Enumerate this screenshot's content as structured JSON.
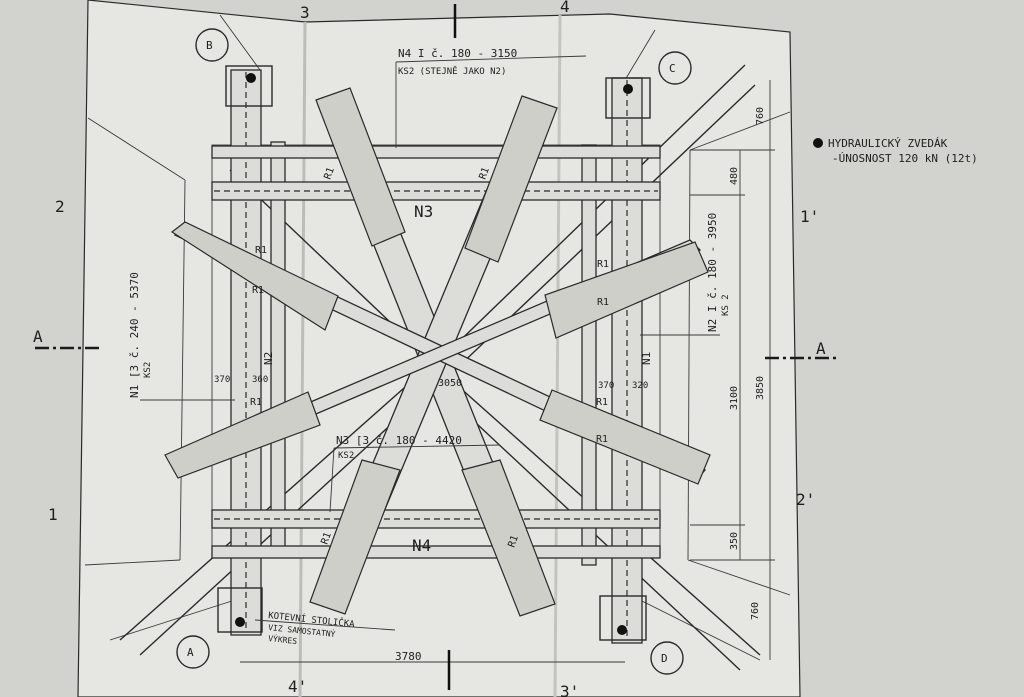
{
  "grid_labels": {
    "top_3": "3",
    "top_4": "4",
    "left_2": "2",
    "left_1": "1",
    "right_1p": "1'",
    "right_2p": "2'",
    "bottom_4p": "4'",
    "bottom_3p": "3'",
    "section_left": "A",
    "section_right": "A"
  },
  "corners": {
    "B": "B",
    "C": "C",
    "A": "A",
    "D": "D"
  },
  "legend": {
    "line1": "HYDRAULICKÝ ZVEDÁK",
    "line2": "-ÚNOSNOST 120 kN (12t)"
  },
  "callouts": {
    "n4_top": "N4 I č. 180 - 3150",
    "n4_top_sub": "KS2   (STEJNĚ JAKO N2)",
    "n3_bottom": "N3 [3 č. 180 - 4420",
    "n3_bottom_sub": "KS2",
    "n1_left": "N1 [3 č. 240 - 5370",
    "n1_left_sub": "KS2",
    "n2_right": "N2 I č. 180 - 3950",
    "n2_right_sub": "KS 2",
    "anchor": "KOTEVNÍ STOLIČKA",
    "anchor_sub1": "VIZ SAMOSTATNÝ",
    "anchor_sub2": "VÝKRES"
  },
  "member_tags": {
    "n3_mid": "N3",
    "n4_mid": "N4",
    "n1_right": "N1",
    "n2_left": "N2",
    "r1": "R1"
  },
  "dimensions": {
    "d760_top": "760",
    "d480": "480",
    "d3100": "3100",
    "d3850": "3850",
    "d350": "350",
    "d760_bot": "760",
    "d3780": "3780",
    "d3050": "3050",
    "d370_l": "370",
    "d360": "360",
    "d370_r": "370",
    "d320": "320"
  }
}
